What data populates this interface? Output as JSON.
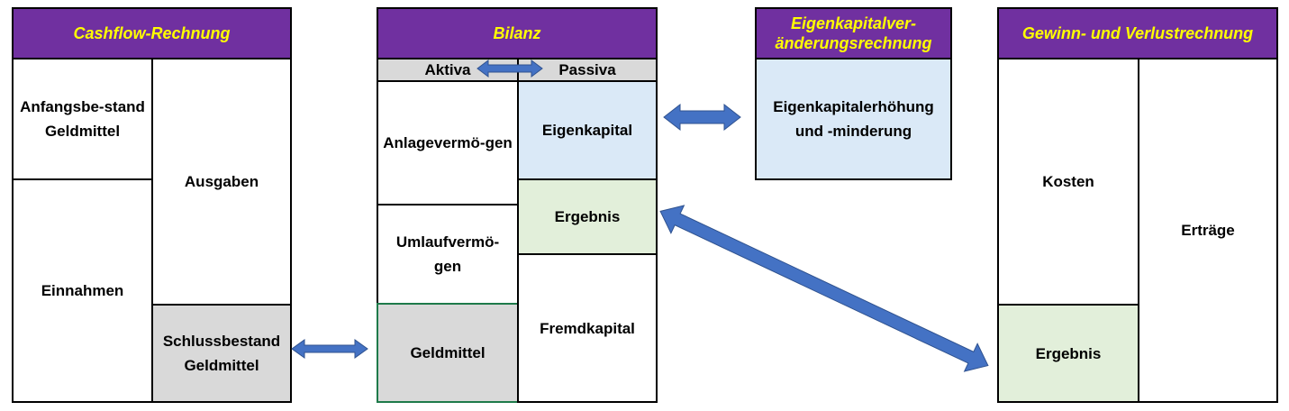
{
  "cashflow": {
    "title": "Cashflow-Rechnung",
    "anfangsbestand": "Anfangsbe-stand Geldmittel",
    "einnahmen": "Einnahmen",
    "ausgaben": "Ausgaben",
    "schlussbestand": "Schlussbestand Geldmittel"
  },
  "bilanz": {
    "title": "Bilanz",
    "aktiva": "Aktiva",
    "passiva": "Passiva",
    "anlagevermoegen": "Anlagevermö-gen",
    "umlaufvermoegen": "Umlaufvermö-gen",
    "geldmittel": "Geldmittel",
    "eigenkapital": "Eigenkapital",
    "ergebnis": "Ergebnis",
    "fremdkapital": "Fremdkapital"
  },
  "ekv": {
    "title": "Eigenkapitalver-änderungsrechnung",
    "content": "Eigenkapitalerhöhung und -minderung"
  },
  "guv": {
    "title": "Gewinn- und Verlustrechnung",
    "kosten": "Kosten",
    "ergebnis": "Ergebnis",
    "ertraege": "Erträge"
  },
  "colors": {
    "header_bg": "#7030a0",
    "header_text": "#ffff00",
    "arrow": "#4472c4",
    "gray": "#d9d9d9",
    "blue": "#dae9f7",
    "green": "#e2efda"
  }
}
